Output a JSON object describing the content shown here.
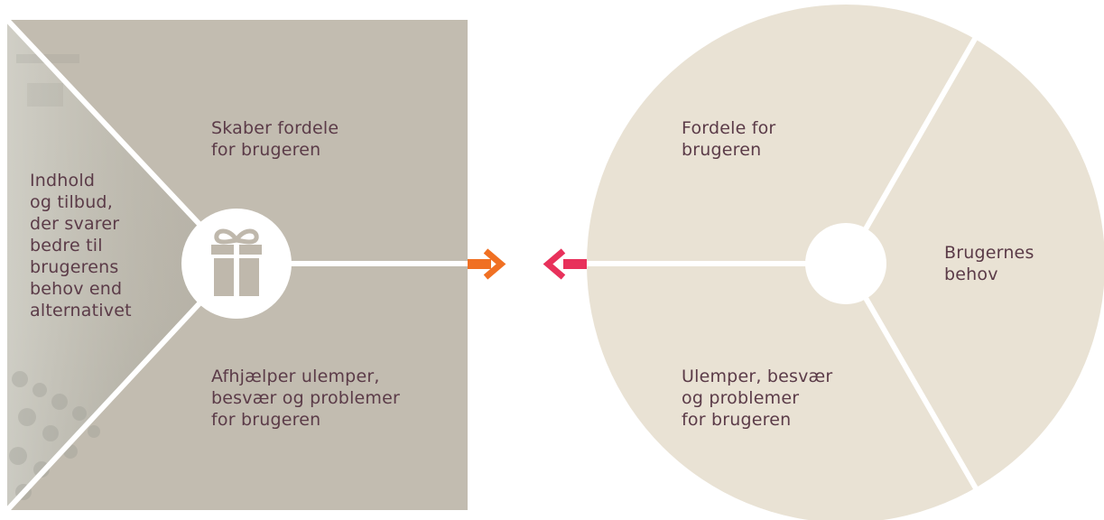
{
  "colors": {
    "square_bg": "#c2bcb0",
    "square_photo_tint": "#cfd0c8",
    "circle_bg": "#e9e2d4",
    "divider": "#ffffff",
    "text": "#5b3b48",
    "gift_icon": "#bfb8ac",
    "arrow_right": "#f07023",
    "arrow_left": "#e8315b"
  },
  "value_proposition": {
    "center_icon": "gift-icon",
    "left_label": [
      "Indhold",
      "og tilbud,",
      "der svarer",
      "bedre til",
      "brugerens",
      "behov end",
      "alternativet"
    ],
    "top_label": [
      "Skaber fordele",
      "for brugeren"
    ],
    "bottom_label": [
      "Afhjælper ulemper,",
      "besvær og problemer",
      "for brugeren"
    ]
  },
  "user_profile": {
    "top_label": [
      "Fordele for",
      "brugeren"
    ],
    "right_label": [
      "Brugernes",
      "behov"
    ],
    "bottom_label": [
      "Ulemper, besvær",
      "og problemer",
      "for brugeren"
    ]
  },
  "connector": {
    "right_arrow_icon": "arrow-right-icon",
    "left_arrow_icon": "arrow-left-icon"
  }
}
